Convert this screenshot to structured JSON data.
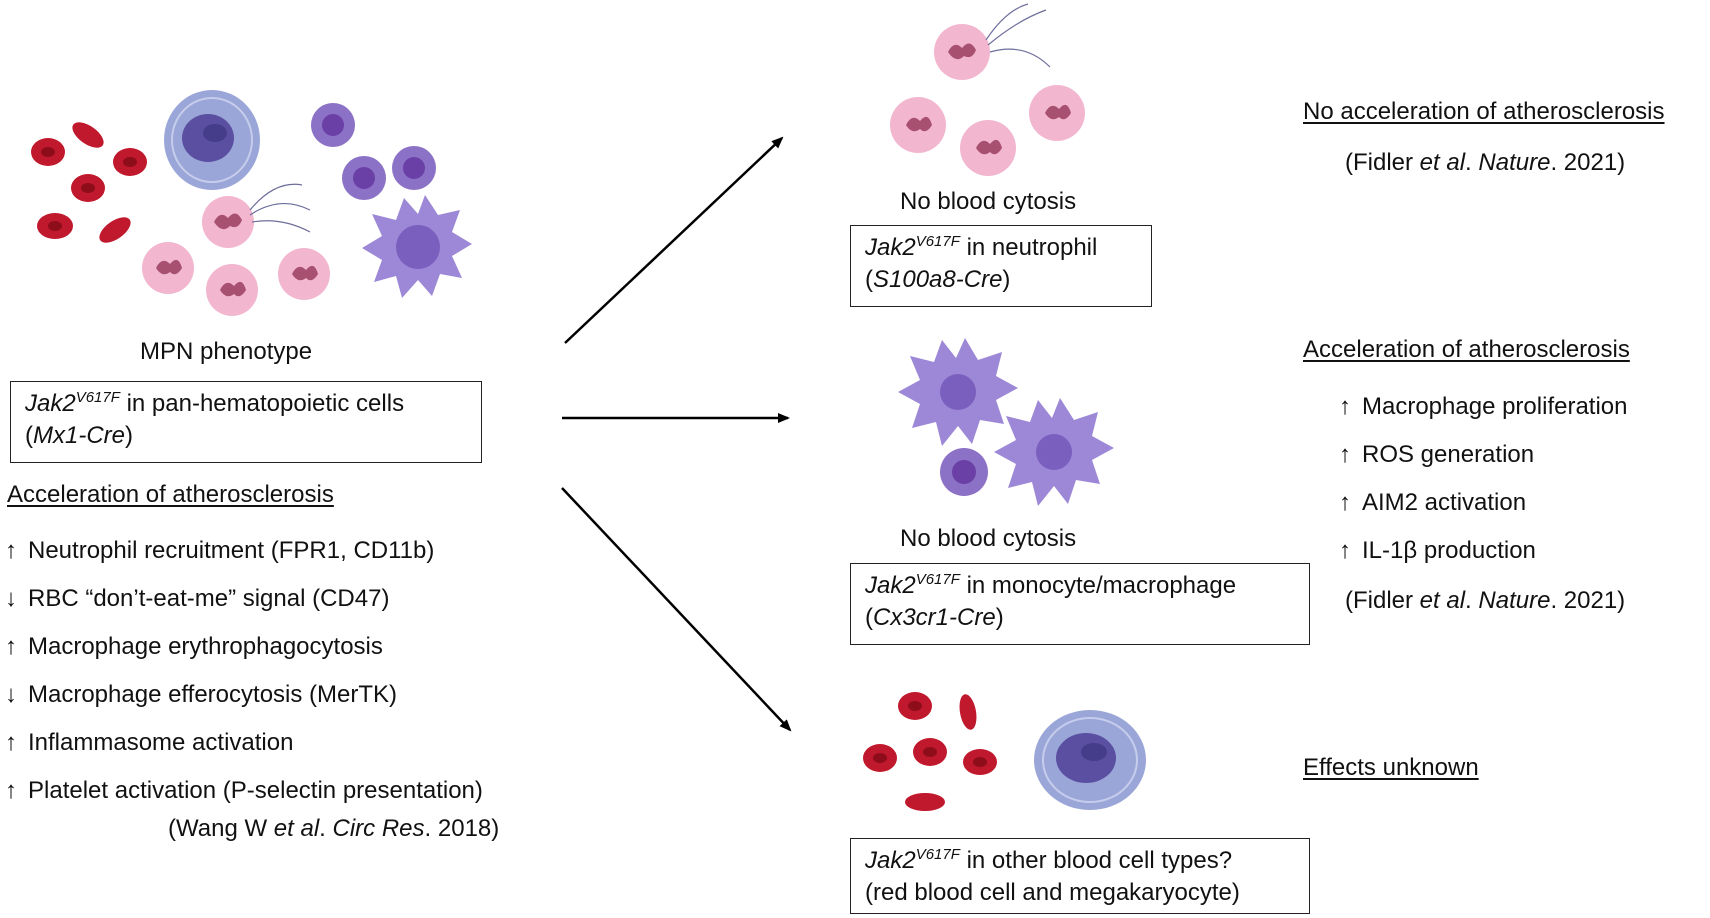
{
  "left": {
    "caption": "MPN phenotype",
    "box": {
      "gene": "Jak2",
      "mutation": "V617F",
      "line1_rest": " in pan-hematopoietic cells",
      "line2_open": "(",
      "line2_italic": "Mx1-Cre",
      "line2_close": ")"
    },
    "outcome_heading": "Acceleration of atherosclerosis",
    "effects": [
      {
        "dir": "up",
        "arrow": "↑",
        "text": "Neutrophil recruitment (FPR1, CD11b)"
      },
      {
        "dir": "down",
        "arrow": "↓",
        "text": "RBC “don’t-eat-me” signal (CD47)"
      },
      {
        "dir": "up",
        "arrow": "↑",
        "text": "Macrophage erythrophagocytosis"
      },
      {
        "dir": "down",
        "arrow": "↓",
        "text": "Macrophage efferocytosis (MerTK)"
      },
      {
        "dir": "up",
        "arrow": "↑",
        "text": "Inflammasome activation"
      },
      {
        "dir": "up",
        "arrow": "↑",
        "text": "Platelet activation (P-selectin presentation)"
      }
    ],
    "citation": {
      "pre": "(Wang W ",
      "etal": "et al",
      "dot": ". ",
      "journal": "Circ Res",
      "post": ". 2018)"
    }
  },
  "top": {
    "caption": "No blood cytosis",
    "box": {
      "gene": "Jak2",
      "mutation": "V617F",
      "line1_rest": " in neutrophil",
      "line2_open": "(",
      "line2_italic": "S100a8-Cre",
      "line2_close": ")"
    },
    "outcome_heading": "No acceleration of atherosclerosis",
    "citation": {
      "pre": "(Fidler ",
      "etal": "et al",
      "dot": ". ",
      "journal": "Nature",
      "post": ". 2021)"
    }
  },
  "middle": {
    "caption": "No blood cytosis",
    "box": {
      "gene": "Jak2",
      "mutation": "V617F",
      "line1_rest": " in monocyte/macrophage",
      "line2_open": "(",
      "line2_italic": "Cx3cr1-Cre",
      "line2_close": ")"
    },
    "outcome_heading": "Acceleration of atherosclerosis",
    "effects": [
      {
        "dir": "up",
        "arrow": "↑",
        "text": "Macrophage proliferation"
      },
      {
        "dir": "up",
        "arrow": "↑",
        "text": "ROS generation"
      },
      {
        "dir": "up",
        "arrow": "↑",
        "text": "AIM2 activation"
      },
      {
        "dir": "up",
        "arrow": "↑",
        "text": "IL-1β production"
      }
    ],
    "citation": {
      "pre": "(Fidler ",
      "etal": "et al",
      "dot": ". ",
      "journal": "Nature",
      "post": ". 2021)"
    }
  },
  "bottom": {
    "box": {
      "gene": "Jak2",
      "mutation": "V617F",
      "line1_rest": " in other blood cell types?",
      "line2_full": "(red blood cell and megakaryocyte)"
    },
    "outcome_heading": "Effects unknown"
  },
  "colors": {
    "rbc": "#c0182c",
    "rbc_center": "#8e0d1b",
    "neutrophil": "#f3b6cf",
    "neutrophil_nucleus": "#a8506f",
    "monocyte": "#8c72c7",
    "monocyte_nucleus": "#6a3fa6",
    "macrophage": "#9c88d6",
    "megakaryocyte": "#9aa6d8",
    "megakaryocyte_nucleus": "#5a4fa0",
    "arrow": "#000000"
  }
}
